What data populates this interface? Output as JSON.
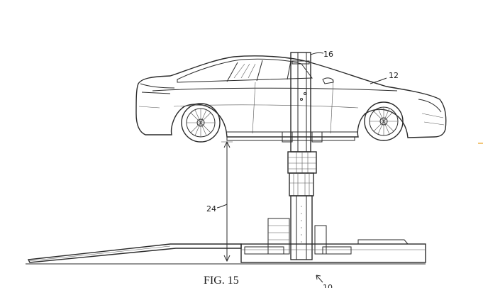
{
  "figure": {
    "caption": "FIG. 15",
    "labels": {
      "car": "12",
      "column": "16",
      "height": "24",
      "base": "10"
    },
    "colors": {
      "ink": "#2a2a2a",
      "accent_tick": "#e8a020",
      "background": "#ffffff"
    }
  }
}
